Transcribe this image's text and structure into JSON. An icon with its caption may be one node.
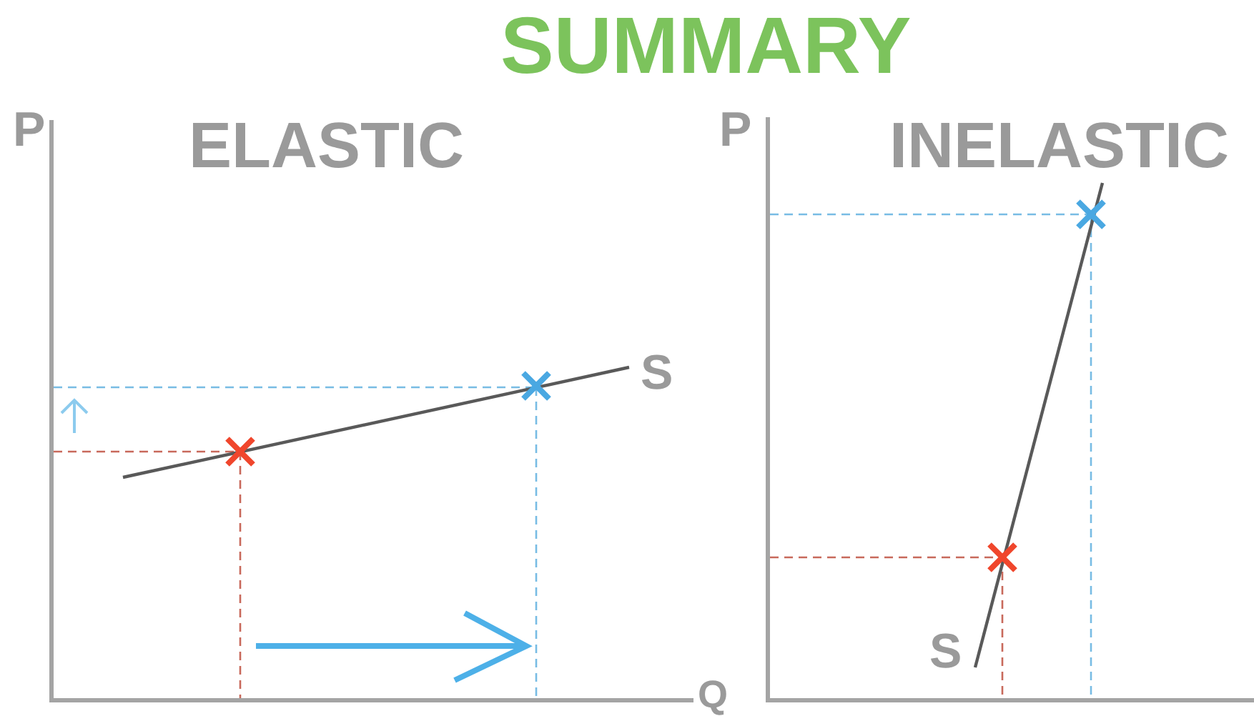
{
  "diagram": {
    "title": "SUMMARY",
    "labels": [
      "P",
      "ELASTIC",
      "S",
      "Q",
      "P",
      "INELASTIC",
      "S"
    ]
  }
}
